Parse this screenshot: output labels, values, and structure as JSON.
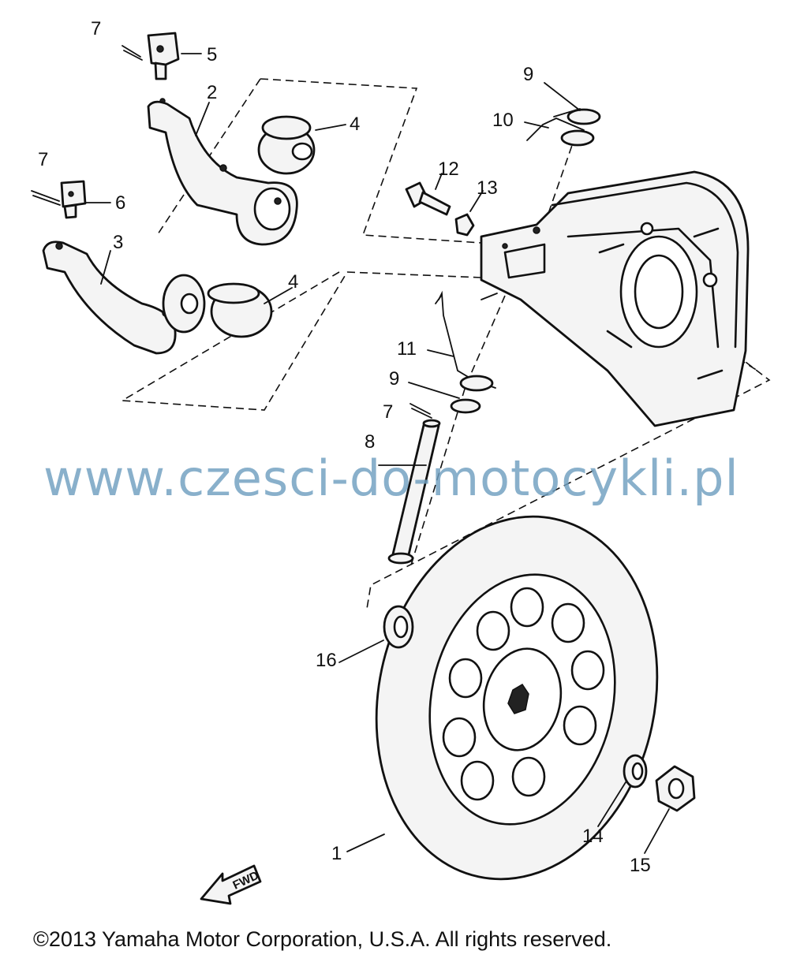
{
  "callouts": {
    "c1": "1",
    "c2": "2",
    "c3": "3",
    "c4a": "4",
    "c4b": "4",
    "c5": "5",
    "c6": "6",
    "c7a": "7",
    "c7b": "7",
    "c7c": "7",
    "c8": "8",
    "c9a": "9",
    "c9b": "9",
    "c10": "10",
    "c11": "11",
    "c12": "12",
    "c13": "13",
    "c14": "14",
    "c15": "15",
    "c16": "16"
  },
  "fwd_label": "FWD",
  "watermark": "www.czesci-do-motocykli.pl",
  "copyright": "©2013 Yamaha Motor Corporation, U.S.A. All rights reserved.",
  "colors": {
    "watermark": "#6f9fc0",
    "ink": "#111111"
  }
}
